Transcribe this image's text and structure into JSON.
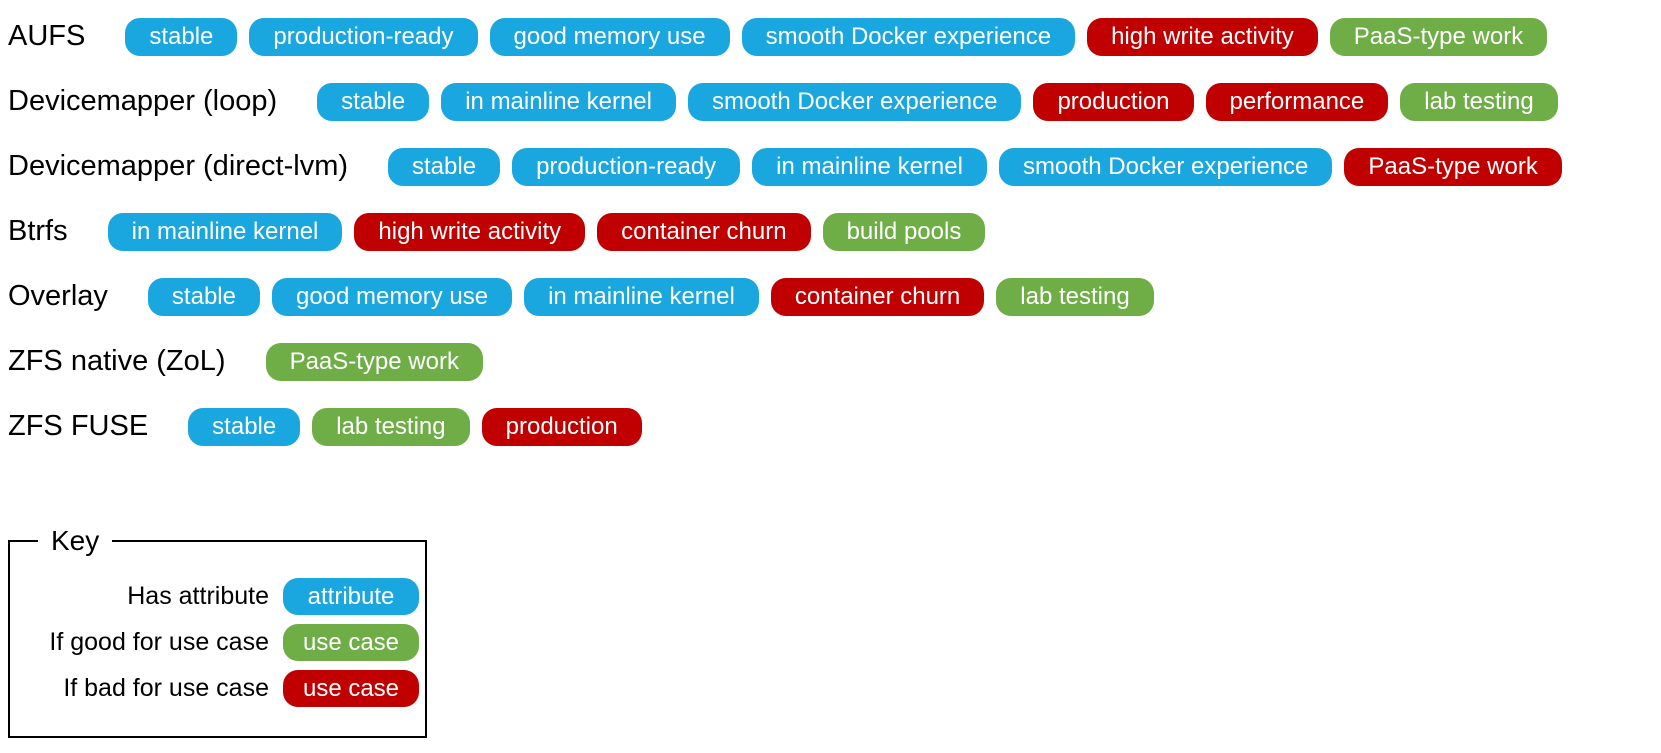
{
  "colors": {
    "attribute": "#1AA7E0",
    "good": "#6FAD47",
    "bad": "#C00000"
  },
  "rows": [
    {
      "label": "AUFS",
      "tags": [
        {
          "text": "stable",
          "type": "attribute"
        },
        {
          "text": "production-ready",
          "type": "attribute"
        },
        {
          "text": "good memory use",
          "type": "attribute"
        },
        {
          "text": "smooth Docker experience",
          "type": "attribute"
        },
        {
          "text": "high write activity",
          "type": "bad"
        },
        {
          "text": "PaaS-type work",
          "type": "good"
        }
      ]
    },
    {
      "label": "Devicemapper (loop)",
      "tags": [
        {
          "text": "stable",
          "type": "attribute"
        },
        {
          "text": "in mainline kernel",
          "type": "attribute"
        },
        {
          "text": "smooth Docker experience",
          "type": "attribute"
        },
        {
          "text": "production",
          "type": "bad"
        },
        {
          "text": "performance",
          "type": "bad"
        },
        {
          "text": "lab testing",
          "type": "good"
        }
      ]
    },
    {
      "label": "Devicemapper (direct-lvm)",
      "tags": [
        {
          "text": "stable",
          "type": "attribute"
        },
        {
          "text": "production-ready",
          "type": "attribute"
        },
        {
          "text": "in mainline kernel",
          "type": "attribute"
        },
        {
          "text": "smooth Docker experience",
          "type": "attribute"
        },
        {
          "text": "PaaS-type work",
          "type": "bad"
        }
      ]
    },
    {
      "label": "Btrfs",
      "tags": [
        {
          "text": "in mainline kernel",
          "type": "attribute"
        },
        {
          "text": "high write activity",
          "type": "bad"
        },
        {
          "text": "container churn",
          "type": "bad"
        },
        {
          "text": "build pools",
          "type": "good"
        }
      ]
    },
    {
      "label": "Overlay",
      "tags": [
        {
          "text": "stable",
          "type": "attribute"
        },
        {
          "text": "good memory use",
          "type": "attribute"
        },
        {
          "text": "in mainline kernel",
          "type": "attribute"
        },
        {
          "text": "container churn",
          "type": "bad"
        },
        {
          "text": "lab testing",
          "type": "good"
        }
      ]
    },
    {
      "label": "ZFS native (ZoL)",
      "tags": [
        {
          "text": "PaaS-type work",
          "type": "good"
        }
      ]
    },
    {
      "label": "ZFS FUSE",
      "tags": [
        {
          "text": "stable",
          "type": "attribute"
        },
        {
          "text": "lab testing",
          "type": "good"
        },
        {
          "text": "production",
          "type": "bad"
        }
      ]
    }
  ],
  "key": {
    "title": "Key",
    "entries": [
      {
        "label": "Has attribute",
        "tag": "attribute",
        "type": "attribute"
      },
      {
        "label": "If good for use case",
        "tag": "use case",
        "type": "good"
      },
      {
        "label": "If bad for use case",
        "tag": "use case",
        "type": "bad"
      }
    ]
  }
}
